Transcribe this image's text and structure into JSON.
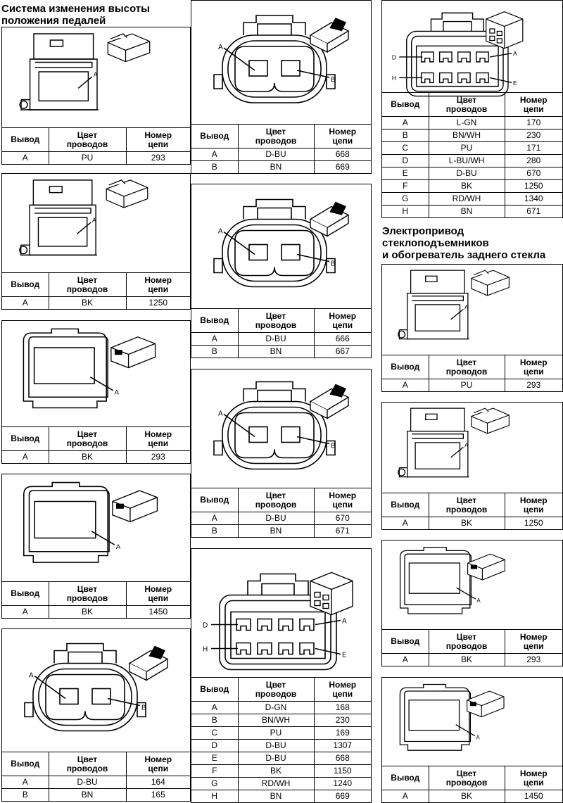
{
  "headings": {
    "pedal": "Система изменения высоты\nположения педалей",
    "windows": "Электропривод\nстеклоподъемников\nи обогреватель заднего стекла"
  },
  "table_header": {
    "pin": "Вывод",
    "color": "Цвет\nпроводов",
    "circuit": "Номер\nцепи"
  },
  "connectors": [
    {
      "id": "c1",
      "type": "lever1",
      "rows": [
        [
          "A",
          "PU",
          "293"
        ]
      ]
    },
    {
      "id": "c2",
      "type": "lever1",
      "rows": [
        [
          "A",
          "BK",
          "1250"
        ]
      ]
    },
    {
      "id": "c3",
      "type": "rect1",
      "rows": [
        [
          "A",
          "BK",
          "293"
        ]
      ]
    },
    {
      "id": "c4",
      "type": "rect1",
      "rows": [
        [
          "A",
          "BK",
          "1450"
        ]
      ]
    },
    {
      "id": "c5",
      "type": "oval2",
      "rows": [
        [
          "A",
          "D-BU",
          "164"
        ],
        [
          "B",
          "BN",
          "165"
        ]
      ]
    },
    {
      "id": "c6",
      "type": "oval2",
      "rows": [
        [
          "A",
          "D-BU",
          "668"
        ],
        [
          "B",
          "BN",
          "669"
        ]
      ]
    },
    {
      "id": "c7",
      "type": "oval2",
      "rows": [
        [
          "A",
          "D-BU",
          "666"
        ],
        [
          "B",
          "BN",
          "667"
        ]
      ]
    },
    {
      "id": "c8",
      "type": "oval2",
      "rows": [
        [
          "A",
          "D-BU",
          "670"
        ],
        [
          "B",
          "BN",
          "671"
        ]
      ]
    },
    {
      "id": "c9",
      "type": "eight",
      "rows": [
        [
          "A",
          "D-GN",
          "168"
        ],
        [
          "B",
          "BN/WH",
          "230"
        ],
        [
          "C",
          "PU",
          "169"
        ],
        [
          "D",
          "D-BU",
          "1307"
        ],
        [
          "E",
          "D-BU",
          "668"
        ],
        [
          "F",
          "BK",
          "1150"
        ],
        [
          "G",
          "RD/WH",
          "1240"
        ],
        [
          "H",
          "BN",
          "669"
        ]
      ]
    },
    {
      "id": "c10",
      "type": "eight",
      "rows": [
        [
          "A",
          "L-GN",
          "170"
        ],
        [
          "B",
          "BN/WH",
          "230"
        ],
        [
          "C",
          "PU",
          "171"
        ],
        [
          "D",
          "L-BU/WH",
          "280"
        ],
        [
          "E",
          "D-BU",
          "670"
        ],
        [
          "F",
          "BK",
          "1250"
        ],
        [
          "G",
          "RD/WH",
          "1340"
        ],
        [
          "H",
          "BN",
          "671"
        ]
      ]
    },
    {
      "id": "c11",
      "type": "lever1",
      "rows": [
        [
          "A",
          "PU",
          "293"
        ]
      ]
    },
    {
      "id": "c12",
      "type": "lever1",
      "rows": [
        [
          "A",
          "BK",
          "1250"
        ]
      ]
    },
    {
      "id": "c13",
      "type": "rect1",
      "rows": [
        [
          "A",
          "BK",
          "293"
        ]
      ]
    },
    {
      "id": "c14",
      "type": "rect1",
      "rows": [
        [
          "A",
          "BK",
          "1450"
        ]
      ]
    }
  ],
  "diagram_labels": {
    "a": "A",
    "b": "B",
    "d": "D",
    "e": "E",
    "h": "H"
  }
}
